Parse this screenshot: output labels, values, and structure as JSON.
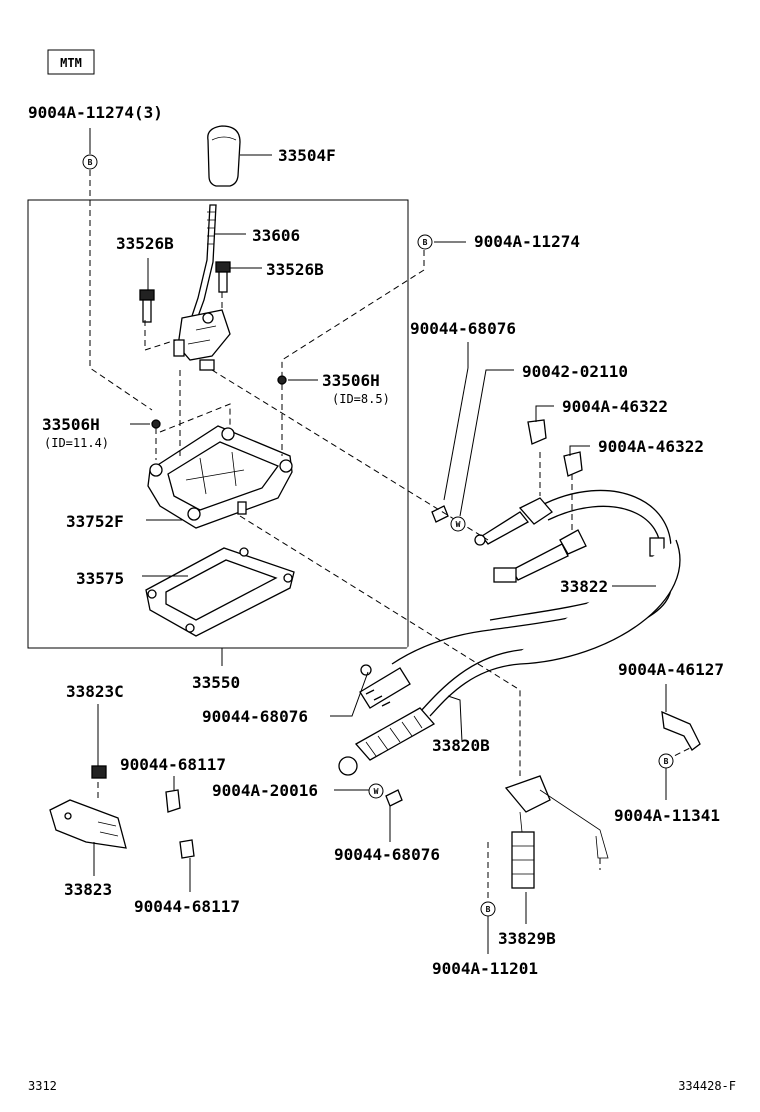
{
  "badge": "MTM",
  "labels": {
    "bolt_top_left": "9004A-11274(3)",
    "knob": "33504F",
    "lever": "33606",
    "bolt_left": "33526B",
    "bolt_right": "33526B",
    "bolt_mid_right": "9004A-11274",
    "clip_68076_top": "90044-68076",
    "washer_02110": "90042-02110",
    "clip_46322_a": "9004A-46322",
    "clip_46322_b": "9004A-46322",
    "bushing_right": "33506H",
    "bushing_right_id": "(ID=8.5)",
    "bushing_left": "33506H",
    "bushing_left_id": "(ID=11.4)",
    "housing": "33752F",
    "gasket": "33575",
    "cable_822": "33822",
    "assembly": "33550",
    "clip_46127": "9004A-46127",
    "bolt_33823c": "33823C",
    "clip_68076_mid": "90044-68076",
    "cable_820b": "33820B",
    "clip_68117_a": "90044-68117",
    "washer_20016": "9004A-20016",
    "bolt_11341": "9004A-11341",
    "clip_68076_bot": "90044-68076",
    "bracket_33823": "33823",
    "bracket_829b": "33829B",
    "clip_68117_b": "90044-68117",
    "bolt_11201": "9004A-11201"
  },
  "symbols": {
    "bolt_marker": "B",
    "washer_marker": "W"
  },
  "footer": {
    "left": "3312",
    "right": "334428-F"
  }
}
